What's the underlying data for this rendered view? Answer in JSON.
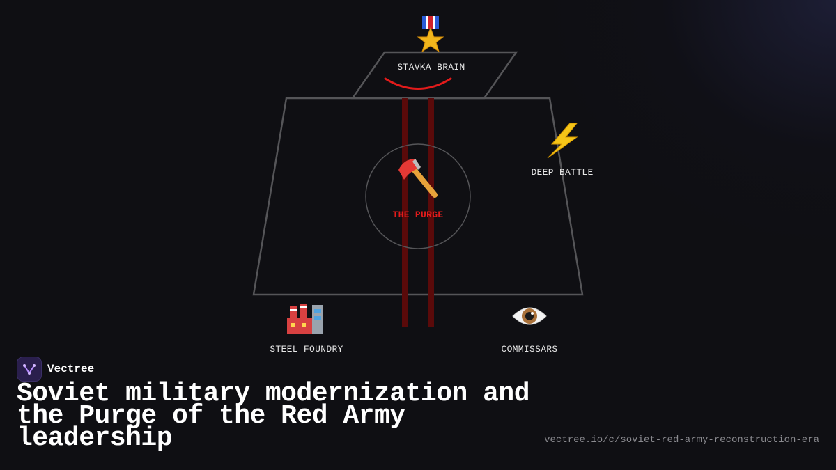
{
  "diagram": {
    "top": {
      "icon": "military-medal-icon",
      "glyph": "🎖️",
      "label": "STAVKA BRAIN"
    },
    "center": {
      "icon": "axe-icon",
      "glyph": "🪓",
      "label": "THE PURGE"
    },
    "right": {
      "icon": "lightning-icon",
      "glyph": "⚡",
      "label": "DEEP BATTLE"
    },
    "bottom_left": {
      "icon": "factory-icon",
      "glyph": "🏭",
      "label": "STEEL FOUNDRY"
    },
    "bottom_right": {
      "icon": "eye-icon",
      "glyph": "👁️",
      "label": "COMMISSARS"
    }
  },
  "colors": {
    "background": "#0f0f13",
    "outline": "#555558",
    "accent_red": "#e31b1b",
    "dark_red": "#5a0a0a",
    "lightning": "#f5c518"
  },
  "brand": {
    "name": "Vectree"
  },
  "title": "Soviet military modernization and the Purge of the Red Army leadership",
  "url": "vectree.io/c/soviet-red-army-reconstruction-era"
}
